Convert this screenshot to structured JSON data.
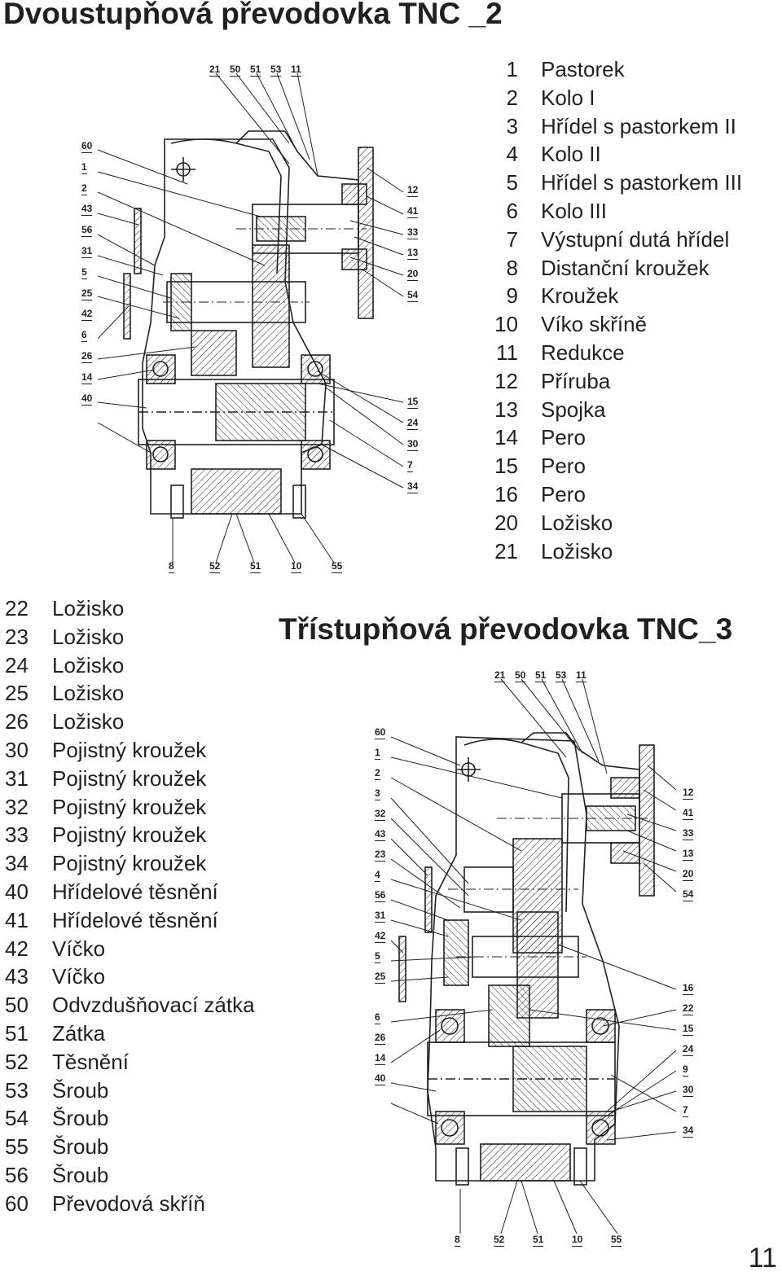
{
  "title1": "Dvoustupňová převodovka TNC _2",
  "title2": "Třístupňová převodovka  TNC_3",
  "page_number": "11",
  "legend_right": [
    {
      "num": "1",
      "name": "Pastorek"
    },
    {
      "num": "2",
      "name": "Kolo I"
    },
    {
      "num": "3",
      "name": "Hřídel s pastorkem II"
    },
    {
      "num": "4",
      "name": "Kolo II"
    },
    {
      "num": "5",
      "name": "Hřídel s pastorkem III"
    },
    {
      "num": "6",
      "name": "Kolo III"
    },
    {
      "num": "7",
      "name": "Výstupní dutá hřídel"
    },
    {
      "num": "8",
      "name": "Distanční kroužek"
    },
    {
      "num": "9",
      "name": "Kroužek"
    },
    {
      "num": "10",
      "name": "Víko skříně"
    },
    {
      "num": "11",
      "name": "Redukce"
    },
    {
      "num": "12",
      "name": "Příruba"
    },
    {
      "num": "13",
      "name": "Spojka"
    },
    {
      "num": "14",
      "name": "Pero"
    },
    {
      "num": "15",
      "name": "Pero"
    },
    {
      "num": "16",
      "name": "Pero"
    },
    {
      "num": "20",
      "name": "Ložisko"
    },
    {
      "num": "21",
      "name": "Ložisko"
    }
  ],
  "legend_left": [
    {
      "num": "22",
      "name": "Ložisko"
    },
    {
      "num": "23",
      "name": "Ložisko"
    },
    {
      "num": "24",
      "name": "Ložisko"
    },
    {
      "num": "25",
      "name": "Ložisko"
    },
    {
      "num": "26",
      "name": "Ložisko"
    },
    {
      "num": "30",
      "name": "Pojistný kroužek"
    },
    {
      "num": "31",
      "name": "Pojistný kroužek"
    },
    {
      "num": "32",
      "name": "Pojistný kroužek"
    },
    {
      "num": "33",
      "name": "Pojistný kroužek"
    },
    {
      "num": "34",
      "name": "Pojistný kroužek"
    },
    {
      "num": "40",
      "name": "Hřídelové těsnění"
    },
    {
      "num": "41",
      "name": "Hřídelové těsnění"
    },
    {
      "num": "42",
      "name": "Víčko"
    },
    {
      "num": "43",
      "name": "Víčko"
    },
    {
      "num": "50",
      "name": "Odvzdušňovací zátka"
    },
    {
      "num": "51",
      "name": "Zátka"
    },
    {
      "num": "52",
      "name": "Těsnění"
    },
    {
      "num": "53",
      "name": "Šroub"
    },
    {
      "num": "54",
      "name": "Šroub"
    },
    {
      "num": "55",
      "name": "Šroub"
    },
    {
      "num": "56",
      "name": "Šroub"
    },
    {
      "num": "60",
      "name": "Převodová skříň"
    }
  ],
  "drawing1": {
    "callouts_top": [
      "21",
      "50",
      "51",
      "53",
      "11"
    ],
    "callouts_left": [
      "60",
      "1",
      "2",
      "43",
      "56",
      "31",
      "5",
      "25",
      "42",
      "6",
      "26",
      "14",
      "40"
    ],
    "callouts_right": [
      "12",
      "41",
      "33",
      "13",
      "20",
      "54",
      "15",
      "24",
      "30",
      "7",
      "34"
    ],
    "callouts_bottom": [
      "8",
      "52",
      "51",
      "10",
      "55"
    ]
  },
  "drawing2": {
    "callouts_top": [
      "21",
      "50",
      "51",
      "53",
      "11"
    ],
    "callouts_left": [
      "60",
      "1",
      "2",
      "3",
      "32",
      "43",
      "23",
      "4",
      "56",
      "31",
      "42",
      "5",
      "25",
      "6",
      "26",
      "14",
      "40"
    ],
    "callouts_right": [
      "12",
      "41",
      "33",
      "13",
      "20",
      "54",
      "16",
      "22",
      "15",
      "24",
      "9",
      "30",
      "7",
      "34"
    ],
    "callouts_bottom": [
      "8",
      "52",
      "51",
      "10",
      "55"
    ]
  }
}
